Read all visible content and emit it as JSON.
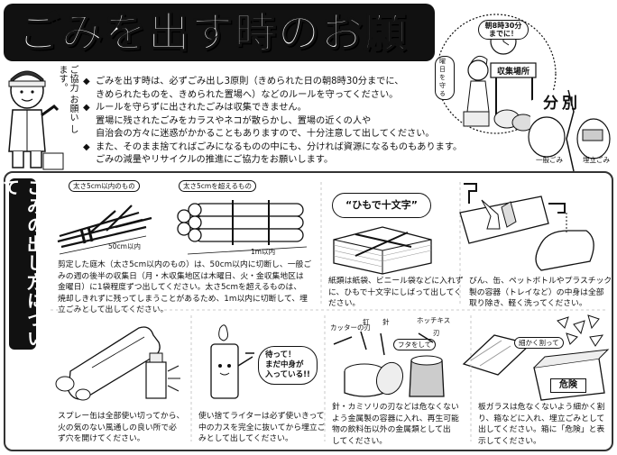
{
  "title": "ごみを出す時のお願い",
  "worker_bubble": "ご協力 お願い します。",
  "rules": [
    [
      "ごみを出す時は、必ずごみ出し3原則（きめられた日の朝8時30分までに、",
      "きめられたものを、きめられた置場へ）などのルールを守ってください。"
    ],
    [
      "ルールを守らずに出されたごみは収集できません。",
      "置場に残されたごみをカラスやネコが散らかし、置場の近くの人や",
      "自治会の方々に迷惑がかかることもありますので、十分注意して出してください。"
    ],
    [
      "また、そのまま捨てればごみになるものの中にも、分ければ資源になるものもあります。",
      "ごみの減量やリサイクルの推進にご協力をお願いします。"
    ]
  ],
  "scene": {
    "time_bubble": "朝8時30分までに！",
    "day_bubble": "曜日を守る",
    "sign": "収集場所",
    "bunbetsu": "分別",
    "bag_left": "一般ごみ",
    "bag_right": "埋立ごみ"
  },
  "section_label": "ごみの出し方について",
  "cells": {
    "branches": {
      "tag_small": "太さ5cm以内のもの",
      "tag_large": "太さ5cmを超えるもの",
      "dim_small": "50cm以内",
      "dim_large": "1m以内",
      "text": [
        "剪定した庭木（太さ5cm以内のもの）は、50cm以内に切断し、一般ご",
        "みの週の後半の収集日（月・木収集地区は木曜日、火・金収集地区は",
        "金曜日）に1袋程度ずつ出してください。太さ5cmを超えるものは、",
        "焼却しきれずに残ってしまうことがあるため、1m以内に切断して、埋",
        "立ごみとして出してください。"
      ]
    },
    "paper": {
      "label": "“ひもで十文字”",
      "text": [
        "紙類は紙袋、ビニール袋などに入れず",
        "に、ひもで十文字にしばって出してく",
        "ださい。"
      ]
    },
    "bottles": {
      "text": [
        "びん、缶、ペットボトルやプラスチック",
        "製の容器（トレイなど）の中身は全部",
        "取り除き、軽く洗ってください。"
      ]
    },
    "spray": {
      "text": [
        "スプレー缶は全部使い切ってから、",
        "火の気のない風通しの良い所で必",
        "ず穴を開けてください。"
      ]
    },
    "lighter": {
      "speech": [
        "待って！",
        "まだ中身が",
        "入っている!!"
      ],
      "text": [
        "使い捨てライターは必ず使いきって",
        "中の力スを完全に抜いてから埋立ご",
        "みとして出してください。"
      ]
    },
    "sharps": {
      "labels": [
        "カッターの刃",
        "釘",
        "針",
        "ホッチキス",
        "刃",
        "フタをして"
      ],
      "text": [
        "針・カミソリの刃などは危なくない",
        "よう金属製の容器に入れ、再生可能",
        "物の飲料缶以外の金属類として出",
        "してください。"
      ]
    },
    "glass": {
      "tag": "細かく割って",
      "box_label": "危険",
      "text": [
        "板ガラスは危なくないよう細かく割",
        "り、箱などに入れ、埋立ごみとして",
        "出してください。箱に「危険」と表",
        "示してください。"
      ]
    }
  }
}
